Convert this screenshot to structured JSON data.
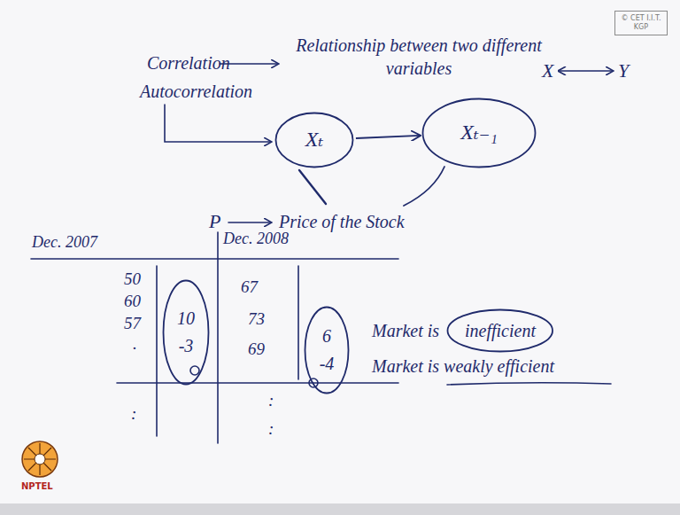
{
  "diagram": {
    "nodes": [
      {
        "text": [
          "© CET I.I.T. KGP"
        ]
      },
      {
        "text": [
          "Xₜ"
        ]
      },
      {
        "text": [
          "Xₜ₋₁"
        ]
      },
      {
        "text": [
          "10",
          "-3"
        ]
      },
      {
        "text": [
          "6",
          "-4"
        ]
      },
      {
        "text": [
          "inefficient"
        ]
      }
    ],
    "edges": [
      {
        "from": 1,
        "to": 2,
        "arrow": "to"
      }
    ],
    "labels": [
      "Correlation",
      "Relationship between two different variables",
      "X",
      "Y",
      "Autocorrelation",
      "P",
      "Price of the Stock",
      "Dec. 2007",
      "50",
      "60",
      "57",
      ".",
      ":",
      "Dec. 2008",
      "67",
      "73",
      "69",
      ":",
      ":",
      "Market is",
      "Market is weakly efficient",
      "NPTEL"
    ]
  }
}
